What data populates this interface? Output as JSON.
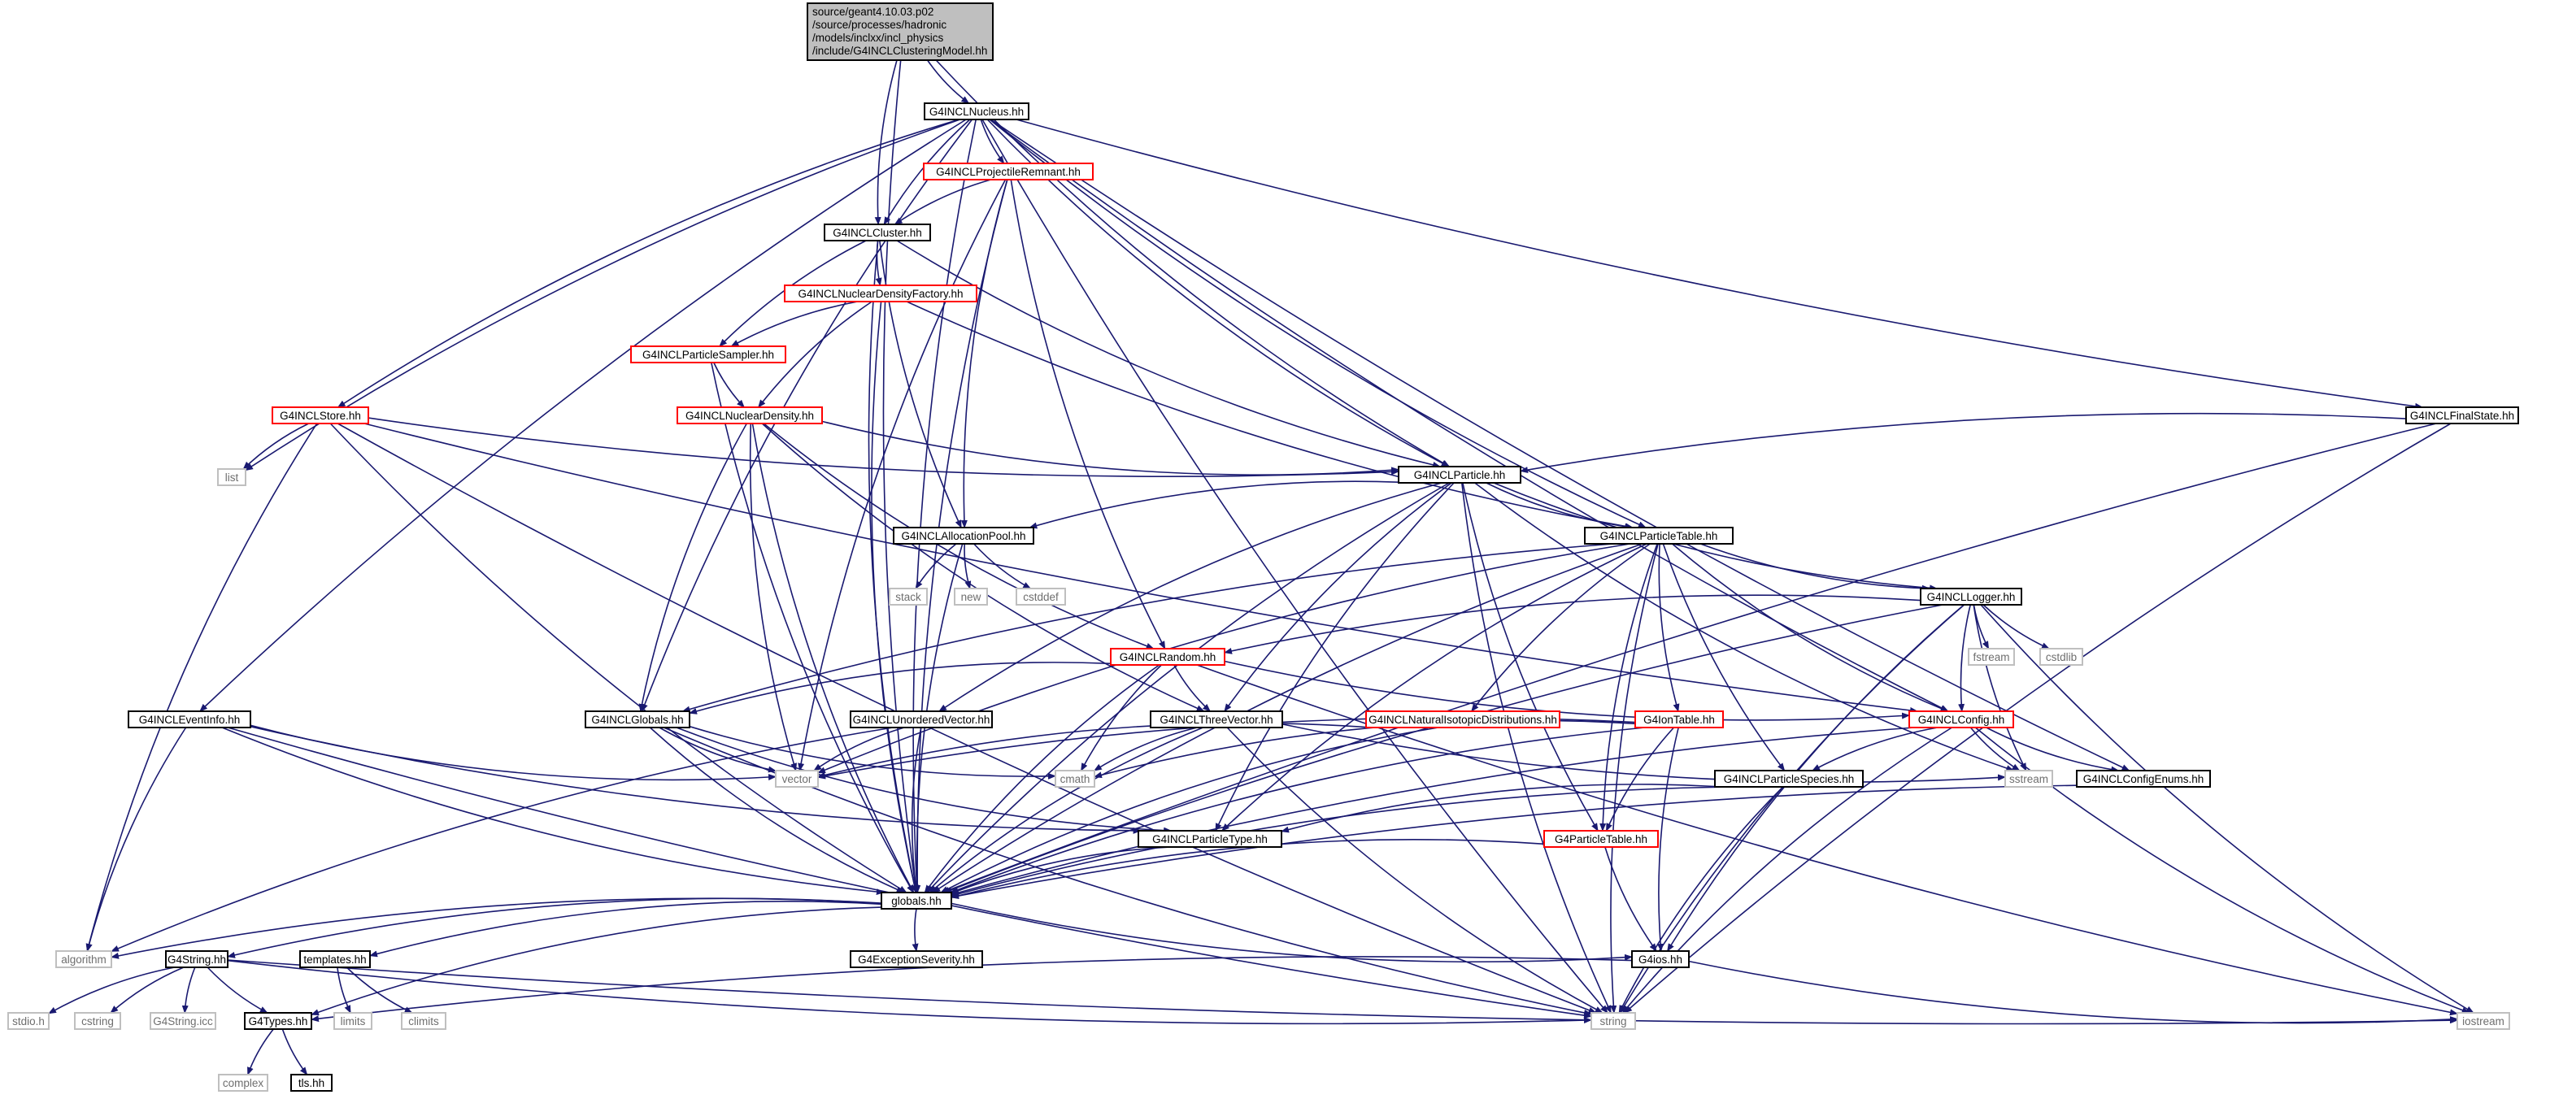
{
  "title_lines": [
    "source/geant4.10.03.p02",
    "/source/processes/hadronic",
    "/models/inclxx/incl_physics",
    "/include/G4INCLClusteringModel.hh"
  ],
  "colors": {
    "edge": "#191970",
    "root_fill": "#bfbfbf",
    "border_black": "#000000",
    "border_red": "#ff0000",
    "border_gray": "#bfbfbf",
    "text_dark": "#000000",
    "text_gray": "#6e6e6e"
  },
  "nodes": [
    {
      "id": "root",
      "label": "source/geant4.10.03.p02 /source/processes/hadronic /models/inclxx/incl_physics /include/G4INCLClusteringModel.hh",
      "kind": "root"
    },
    {
      "id": "nucleus",
      "label": "G4INCLNucleus.hh",
      "kind": "black"
    },
    {
      "id": "projrem",
      "label": "G4INCLProjectileRemnant.hh",
      "kind": "red"
    },
    {
      "id": "cluster",
      "label": "G4INCLCluster.hh",
      "kind": "black"
    },
    {
      "id": "ndf",
      "label": "G4INCLNuclearDensityFactory.hh",
      "kind": "red"
    },
    {
      "id": "psampler",
      "label": "G4INCLParticleSampler.hh",
      "kind": "red"
    },
    {
      "id": "store",
      "label": "G4INCLStore.hh",
      "kind": "red"
    },
    {
      "id": "nd",
      "label": "G4INCLNuclearDensity.hh",
      "kind": "red"
    },
    {
      "id": "list",
      "label": "list",
      "kind": "gray"
    },
    {
      "id": "particle",
      "label": "G4INCLParticle.hh",
      "kind": "black"
    },
    {
      "id": "finalstate",
      "label": "G4INCLFinalState.hh",
      "kind": "black"
    },
    {
      "id": "allocpool",
      "label": "G4INCLAllocationPool.hh",
      "kind": "black"
    },
    {
      "id": "ptable",
      "label": "G4INCLParticleTable.hh",
      "kind": "black"
    },
    {
      "id": "stack",
      "label": "stack",
      "kind": "gray"
    },
    {
      "id": "new",
      "label": "new",
      "kind": "gray"
    },
    {
      "id": "cstddef",
      "label": "cstddef",
      "kind": "gray"
    },
    {
      "id": "logger",
      "label": "G4INCLLogger.hh",
      "kind": "black"
    },
    {
      "id": "fstream",
      "label": "fstream",
      "kind": "gray"
    },
    {
      "id": "cstdlib",
      "label": "cstdlib",
      "kind": "gray"
    },
    {
      "id": "random",
      "label": "G4INCLRandom.hh",
      "kind": "red"
    },
    {
      "id": "eventinfo",
      "label": "G4INCLEventInfo.hh",
      "kind": "black"
    },
    {
      "id": "globals_incl",
      "label": "G4INCLGlobals.hh",
      "kind": "black"
    },
    {
      "id": "unordered",
      "label": "G4INCLUnorderedVector.hh",
      "kind": "black"
    },
    {
      "id": "threevec",
      "label": "G4INCLThreeVector.hh",
      "kind": "black"
    },
    {
      "id": "natiso",
      "label": "G4INCLNaturalIsotopicDistributions.hh",
      "kind": "red"
    },
    {
      "id": "iontable",
      "label": "G4IonTable.hh",
      "kind": "red"
    },
    {
      "id": "config",
      "label": "G4INCLConfig.hh",
      "kind": "red"
    },
    {
      "id": "vector",
      "label": "vector",
      "kind": "gray"
    },
    {
      "id": "cmath",
      "label": "cmath",
      "kind": "gray"
    },
    {
      "id": "sstream",
      "label": "sstream",
      "kind": "gray"
    },
    {
      "id": "configenums",
      "label": "G4INCLConfigEnums.hh",
      "kind": "black"
    },
    {
      "id": "pspecies",
      "label": "G4INCLParticleSpecies.hh",
      "kind": "black"
    },
    {
      "id": "g4ptable",
      "label": "G4ParticleTable.hh",
      "kind": "red"
    },
    {
      "id": "ptype",
      "label": "G4INCLParticleType.hh",
      "kind": "black"
    },
    {
      "id": "globals",
      "label": "globals.hh",
      "kind": "black"
    },
    {
      "id": "algorithm",
      "label": "algorithm",
      "kind": "gray"
    },
    {
      "id": "g4string",
      "label": "G4String.hh",
      "kind": "black"
    },
    {
      "id": "templates",
      "label": "templates.hh",
      "kind": "black"
    },
    {
      "id": "g4exc",
      "label": "G4ExceptionSeverity.hh",
      "kind": "black"
    },
    {
      "id": "g4ios",
      "label": "G4ios.hh",
      "kind": "black"
    },
    {
      "id": "stdio",
      "label": "stdio.h",
      "kind": "gray"
    },
    {
      "id": "cstring",
      "label": "cstring",
      "kind": "gray"
    },
    {
      "id": "g4stringicc",
      "label": "G4String.icc",
      "kind": "gray"
    },
    {
      "id": "g4types",
      "label": "G4Types.hh",
      "kind": "black"
    },
    {
      "id": "limits",
      "label": "limits",
      "kind": "gray"
    },
    {
      "id": "climits",
      "label": "climits",
      "kind": "gray"
    },
    {
      "id": "string",
      "label": "string",
      "kind": "gray"
    },
    {
      "id": "iostream",
      "label": "iostream",
      "kind": "gray"
    },
    {
      "id": "complex",
      "label": "complex",
      "kind": "gray"
    },
    {
      "id": "tls",
      "label": "tls.hh",
      "kind": "black"
    }
  ],
  "edges": [
    [
      "root",
      "nucleus"
    ],
    [
      "root",
      "cluster"
    ],
    [
      "root",
      "particle"
    ],
    [
      "root",
      "globals"
    ],
    [
      "nucleus",
      "projrem"
    ],
    [
      "nucleus",
      "cluster"
    ],
    [
      "nucleus",
      "store"
    ],
    [
      "nucleus",
      "list"
    ],
    [
      "nucleus",
      "particle"
    ],
    [
      "nucleus",
      "finalstate"
    ],
    [
      "nucleus",
      "ptable"
    ],
    [
      "nucleus",
      "eventinfo"
    ],
    [
      "nucleus",
      "globals_incl"
    ],
    [
      "nucleus",
      "config"
    ],
    [
      "nucleus",
      "configenums"
    ],
    [
      "nucleus",
      "globals"
    ],
    [
      "nucleus",
      "string"
    ],
    [
      "projrem",
      "cluster"
    ],
    [
      "projrem",
      "allocpool"
    ],
    [
      "projrem",
      "random"
    ],
    [
      "projrem",
      "globals"
    ],
    [
      "projrem",
      "vector"
    ],
    [
      "cluster",
      "ndf"
    ],
    [
      "cluster",
      "psampler"
    ],
    [
      "cluster",
      "allocpool"
    ],
    [
      "cluster",
      "particle"
    ],
    [
      "cluster",
      "globals"
    ],
    [
      "ndf",
      "psampler"
    ],
    [
      "ndf",
      "nd"
    ],
    [
      "ndf",
      "ptable"
    ],
    [
      "ndf",
      "globals"
    ],
    [
      "psampler",
      "nd"
    ],
    [
      "psampler",
      "globals"
    ],
    [
      "store",
      "particle"
    ],
    [
      "store",
      "list"
    ],
    [
      "store",
      "algorithm"
    ],
    [
      "store",
      "config"
    ],
    [
      "store",
      "globals"
    ],
    [
      "store",
      "string"
    ],
    [
      "nd",
      "particle"
    ],
    [
      "nd",
      "globals_incl"
    ],
    [
      "nd",
      "random"
    ],
    [
      "nd",
      "threevec"
    ],
    [
      "nd",
      "vector"
    ],
    [
      "nd",
      "globals"
    ],
    [
      "particle",
      "allocpool"
    ],
    [
      "particle",
      "ptable"
    ],
    [
      "particle",
      "logger"
    ],
    [
      "particle",
      "unordered"
    ],
    [
      "particle",
      "threevec"
    ],
    [
      "particle",
      "ptype"
    ],
    [
      "particle",
      "sstream"
    ],
    [
      "particle",
      "string"
    ],
    [
      "particle",
      "globals"
    ],
    [
      "particle",
      "g4ptable"
    ],
    [
      "finalstate",
      "particle"
    ],
    [
      "finalstate",
      "globals"
    ],
    [
      "finalstate",
      "string"
    ],
    [
      "allocpool",
      "stack"
    ],
    [
      "allocpool",
      "new"
    ],
    [
      "allocpool",
      "cstddef"
    ],
    [
      "allocpool",
      "globals"
    ],
    [
      "ptable",
      "logger"
    ],
    [
      "ptable",
      "globals_incl"
    ],
    [
      "ptable",
      "natiso"
    ],
    [
      "ptable",
      "iontable"
    ],
    [
      "ptable",
      "config"
    ],
    [
      "ptable",
      "pspecies"
    ],
    [
      "ptable",
      "ptype"
    ],
    [
      "ptable",
      "vector"
    ],
    [
      "ptable",
      "globals"
    ],
    [
      "ptable",
      "string"
    ],
    [
      "ptable",
      "g4ptable"
    ],
    [
      "logger",
      "random"
    ],
    [
      "logger",
      "fstream"
    ],
    [
      "logger",
      "cstdlib"
    ],
    [
      "logger",
      "config"
    ],
    [
      "logger",
      "sstream"
    ],
    [
      "logger",
      "string"
    ],
    [
      "logger",
      "iostream"
    ],
    [
      "logger",
      "g4ios"
    ],
    [
      "logger",
      "globals"
    ],
    [
      "random",
      "globals_incl"
    ],
    [
      "random",
      "threevec"
    ],
    [
      "random",
      "config"
    ],
    [
      "random",
      "cmath"
    ],
    [
      "random",
      "globals"
    ],
    [
      "random",
      "iostream"
    ],
    [
      "eventinfo",
      "globals"
    ],
    [
      "eventinfo",
      "algorithm"
    ],
    [
      "eventinfo",
      "vector"
    ],
    [
      "eventinfo",
      "ptype"
    ],
    [
      "eventinfo",
      "string"
    ],
    [
      "globals_incl",
      "vector"
    ],
    [
      "globals_incl",
      "cmath"
    ],
    [
      "globals_incl",
      "ptype"
    ],
    [
      "globals_incl",
      "globals"
    ],
    [
      "globals_incl",
      "string"
    ],
    [
      "unordered",
      "vector"
    ],
    [
      "unordered",
      "algorithm"
    ],
    [
      "unordered",
      "globals"
    ],
    [
      "threevec",
      "cmath"
    ],
    [
      "threevec",
      "sstream"
    ],
    [
      "threevec",
      "string"
    ],
    [
      "threevec",
      "globals"
    ],
    [
      "natiso",
      "vector"
    ],
    [
      "natiso",
      "globals"
    ],
    [
      "iontable",
      "g4ptable"
    ],
    [
      "iontable",
      "globals"
    ],
    [
      "iontable",
      "cmath"
    ],
    [
      "iontable",
      "vector"
    ],
    [
      "iontable",
      "g4ios"
    ],
    [
      "config",
      "configenums"
    ],
    [
      "config",
      "pspecies"
    ],
    [
      "config",
      "sstream"
    ],
    [
      "config",
      "string"
    ],
    [
      "config",
      "iostream"
    ],
    [
      "config",
      "globals"
    ],
    [
      "configenums",
      "globals"
    ],
    [
      "pspecies",
      "ptype"
    ],
    [
      "pspecies",
      "string"
    ],
    [
      "pspecies",
      "globals"
    ],
    [
      "g4ptable",
      "globals"
    ],
    [
      "g4ptable",
      "g4ios"
    ],
    [
      "ptype",
      "globals"
    ],
    [
      "globals",
      "algorithm"
    ],
    [
      "globals",
      "g4string"
    ],
    [
      "globals",
      "templates"
    ],
    [
      "globals",
      "g4exc"
    ],
    [
      "globals",
      "g4ios"
    ],
    [
      "globals",
      "g4types"
    ],
    [
      "g4string",
      "stdio"
    ],
    [
      "g4string",
      "cstring"
    ],
    [
      "g4string",
      "g4stringicc"
    ],
    [
      "g4string",
      "g4types"
    ],
    [
      "g4string",
      "string"
    ],
    [
      "g4string",
      "iostream"
    ],
    [
      "templates",
      "limits"
    ],
    [
      "templates",
      "climits"
    ],
    [
      "g4ios",
      "g4types"
    ],
    [
      "g4ios",
      "iostream"
    ],
    [
      "g4types",
      "complex"
    ],
    [
      "g4types",
      "tls"
    ]
  ]
}
